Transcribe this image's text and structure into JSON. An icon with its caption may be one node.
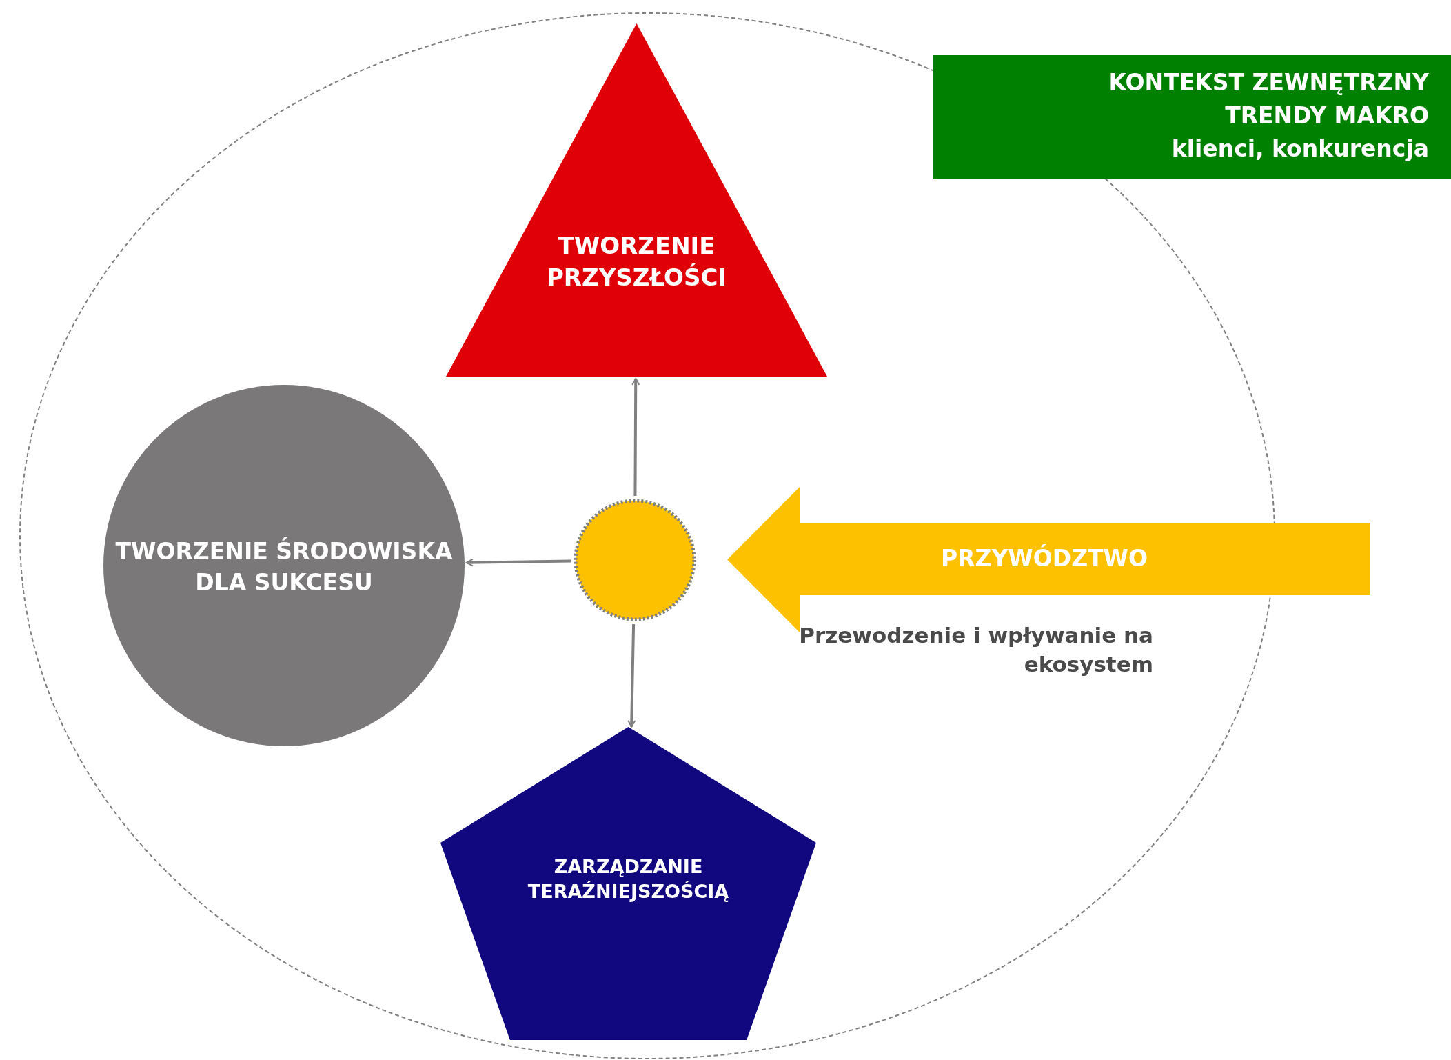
{
  "diagram": {
    "nodes": [
      {
        "text": [],
        "shape": "ellipse"
      },
      {
        "text": [
          "TWORZENIE PRZYSZŁOŚCI"
        ],
        "in": 0
      },
      {
        "text": [
          "TWORZENIE ŚRODOWISKA DLA SUKCESU"
        ],
        "in": 0
      },
      {
        "text": [],
        "shape": "circle",
        "in": 0
      },
      {
        "text": [
          "ZARZĄDZANIE TERAŹNIEJSZOŚCIĄ"
        ],
        "in": 0
      },
      {
        "text": [
          "KONTEKST ZEWNĘTRZNY",
          "TRENDY MAKRO",
          "klienci, konkurencja"
        ]
      },
      {
        "text": [
          "PRZYWÓDZTWO"
        ],
        "beside": [
          "Przewodzenie i wpływanie na ekosystem"
        ]
      }
    ],
    "edges": [
      {
        "from": 3,
        "to": 1,
        "arrow": "to"
      },
      {
        "from": 3,
        "to": 2,
        "arrow": "to"
      },
      {
        "from": 3,
        "to": 4,
        "arrow": "to"
      }
    ]
  }
}
